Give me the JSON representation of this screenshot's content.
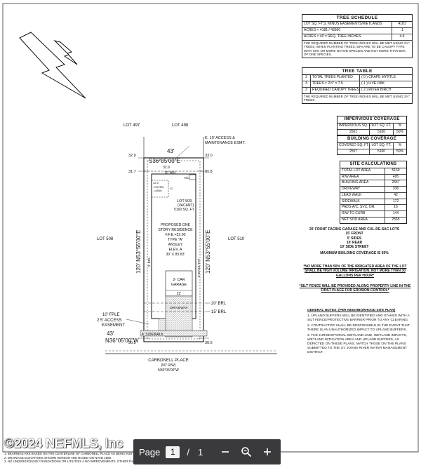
{
  "site_plan": {
    "street": "CARBONELL PLACE",
    "street_row": "(50' R/W)",
    "street_bearing": "N36°05'00\"W",
    "lot_labels": {
      "lot_497": "LOT 497",
      "lot_498": "LOT 498",
      "lot_508": "LOT 508",
      "lot_510": "LOT 510"
    },
    "subject_lot": "LOT 509",
    "subject_lot_status": "(VACANT)",
    "subject_lot_area": "5160 SQ. FT.",
    "easement_note": [
      "E. 10' ACCESS &",
      "MAINTENANCE ESMT."
    ],
    "top_bearing": "S36°05'00\"E",
    "bottom_bearing": "N36°05'00\"W",
    "front_dim": "43'",
    "rear_dim": "43'",
    "left_side": "120' N53°55'00\"E",
    "right_side": "120' N53°55'00\"E",
    "elevations": {
      "tl": "32.9",
      "tr": "33.0",
      "tl2": "32.9",
      "ml": "31.7",
      "mr": "31.8",
      "bl": "30.5",
      "br": "30.6"
    },
    "rear_brl": "10' BRL",
    "ac_label": "A/C",
    "lanai": [
      "COVRD",
      "LANAI"
    ],
    "lanai_dims": [
      "12.5'",
      "11'"
    ],
    "residence": [
      "PROPOSED ONE",
      "STORY RESIDENCE",
      "F.F.E.=32.90",
      "TYPE \"A\"",
      "ANSLEY",
      "ELEV. A",
      "30' X 85.83'"
    ],
    "garage": [
      "2- CAR",
      "GARAGE"
    ],
    "garage_dim": "21'",
    "side_dims": [
      "5' BRL",
      "5' EASE TYP"
    ],
    "driveway": "DRIVEWAY",
    "sidewalk": "4' SIDEWALK",
    "front_brl": [
      "20' BRL",
      "15' BRL"
    ],
    "fple": "10' FPLE",
    "access_easement": [
      "2.5' ACCESS",
      "EASEMENT"
    ]
  },
  "tree_schedule": {
    "title": "TREE SCHEDULE",
    "rows": [
      [
        "LOT SQ. FT.S. MINUS EASEMENTS/WETLANDS",
        "4181"
      ],
      [
        "ACRES × 4181 / 43560",
        ".1"
      ],
      [
        "ACRES × 40 = REQ. TREE INCHES",
        "4.4"
      ]
    ],
    "note": "THE REQUIRED NUMBER OF TREE INCHES WILL BE MET USING 2½\" TREES. WHEN PLANTING TREES, 50% ARE TO BE CANOPY TYPE WITH 50% OR MORE NATIVE SPECIES AND NOT MORE THAN 50% OF ONE SPECIES."
  },
  "tree_table": {
    "title": "TREE TABLE",
    "rows": [
      [
        "3",
        "TOTAL TREES PLANTED",
        "( 0 ) CRAPE MYRTLE"
      ],
      [
        "3",
        "TREES × 2½\" = 7.5",
        "( 1 ) LIVE OAK"
      ],
      [
        "3",
        "REQUIRED CANOPY TREES",
        "( 2 ) RIVER BIRCH"
      ]
    ],
    "note": "THE REQUIRED NUMBER OF TREE INCHES WILL BE MET USING 2½\" TREES."
  },
  "impervious": {
    "title": "IMPERVIOUS COVERAGE",
    "headers": [
      "IMPERVIOUS SQ. FT.",
      "LOT SQ. FT.",
      "%"
    ],
    "values": [
      "2561",
      "5160",
      "50%"
    ]
  },
  "building": {
    "title": "BUILDING COVERAGE",
    "headers": [
      "COVERED SQ. FT.",
      "LOT SQ. FT.",
      "%"
    ],
    "values": [
      "2557",
      "5160",
      "50%"
    ]
  },
  "site_calc": {
    "title": "SITE CALCULATIONS",
    "rows": [
      [
        "TOTAL LOT AREA",
        "5160"
      ],
      [
        "R/W AREA",
        "495"
      ],
      [
        "BUILDING AREA",
        "2557"
      ],
      [
        "DRIVEWAY",
        "336"
      ],
      [
        "LEAD WALK",
        "42"
      ],
      [
        "SIDEWALK",
        "172"
      ],
      [
        "PADS-A/C, SVC, DR.",
        "16"
      ],
      [
        "R/W TO CURB",
        "144"
      ],
      [
        "NET SOD AREA",
        "2565"
      ]
    ]
  },
  "setbacks": [
    "20' FRONT FACING GARAGE AND CUL-DE-SAC LOTS",
    "15' FRONT",
    "5' SIDES",
    "10' REAR",
    "10' SIDE STREET",
    "MAXIMUM BUILDING COVERAGE IS 65%"
  ],
  "irrigation_note": "*NO MORE THAN 50% OF THE IRRIGATED AREA OF THE LOT SHALL BE HIGH VOLUME IRRIGATION. NOT MORE THAN 30 GALLONS PER HOUR*",
  "silt_note": "*SILT FENCE WILL BE PROVIDED ALONG PROPERTY LINE IN THE FIRST PLACE FOR EROSION CONTROL*",
  "general_notes": {
    "title": "GENERAL NOTES: (PER NEIGHBORHOOD SITE PLAN)",
    "items": [
      "1. UPLAND BUFFERS WILL BE IDENTIFIED AND STAKED WITH A SILT FENCE/PROTECTIVE BARRIER PRIOR TO ANY CLEARING.",
      "2. CONTRACTOR SHALL BE RESPONSIBLE IN THE EVENT THAT THERE IS AN UNAUTHORIZED IMPACT TO UPLAND BUFFERS.",
      "3. THE JURISDICTIONAL WETLAND LINE, WETLAND IMPACTS, WETLAND MITIGATION AREA AND UPLAND BUFFERS, AS DEPICTED ON THESE PLANS, MATCH THOSE ON THE PLANS SUBMITTED TO THE ST. JOHNS RIVER WATER MANAGEMENT DISTRICT."
    ]
  },
  "footer": [
    "1. BEARINGS ARE BASED ON THE CENTERLINE OF CARBONELL PLACE AS BEING N36°05'00\"W.",
    "2. DRAINAGE ELEVATIONS SHOWN HEREON ARE BASED ON NAVD 1988.",
    "3. NO UNDERGROUND FOUNDATIONS OR UTILITIES 4 NO IMPROVEMENTS, OTHER THAN THOSE SHOWN HERE LOCATED UNDER THE SCOPE OF THIS SITE PLAN."
  ],
  "watermark": "©2024 NEFMLS, Inc",
  "viewer": {
    "page_label": "Page",
    "page_value": "1",
    "separator": "/",
    "total_pages": "1"
  }
}
